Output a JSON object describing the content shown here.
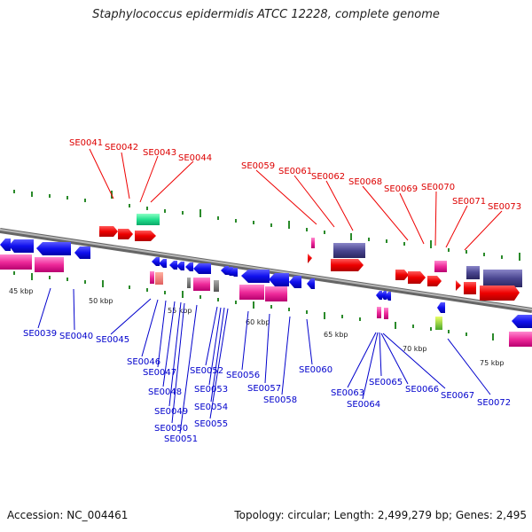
{
  "title": "Staphylococcus epidermidis ATCC 12228, complete genome",
  "footer": {
    "accession": "Accession: NC_004461",
    "meta": "Topology: circular; Length: 2,499,279 bp; Genes: 2,495"
  },
  "colors": {
    "forward_label": "#dd0000",
    "reverse_label": "#0000cc",
    "backbone": "#888888",
    "tick": "#2a8a2a"
  },
  "scale_labels": [
    "45 kbp",
    "50 kbp",
    "55 kbp",
    "60 kbp",
    "65 kbp",
    "70 kbp",
    "75 kbp"
  ],
  "forward_genes": [
    "SE0041",
    "SE0042",
    "SE0043",
    "SE0044",
    "SE0059",
    "SE0061",
    "SE0062",
    "SE0068",
    "SE0069",
    "SE0070",
    "SE0071",
    "SE0073"
  ],
  "reverse_genes": [
    "SE0039",
    "SE0040",
    "SE0045",
    "SE0046",
    "SE0047",
    "SE0048",
    "SE0049",
    "SE0050",
    "SE0051",
    "SE0052",
    "SE0053",
    "SE0054",
    "SE0055",
    "SE0056",
    "SE0057",
    "SE0058",
    "SE0060",
    "SE0063",
    "SE0064",
    "SE0065",
    "SE0066",
    "SE0067",
    "SE0072"
  ]
}
